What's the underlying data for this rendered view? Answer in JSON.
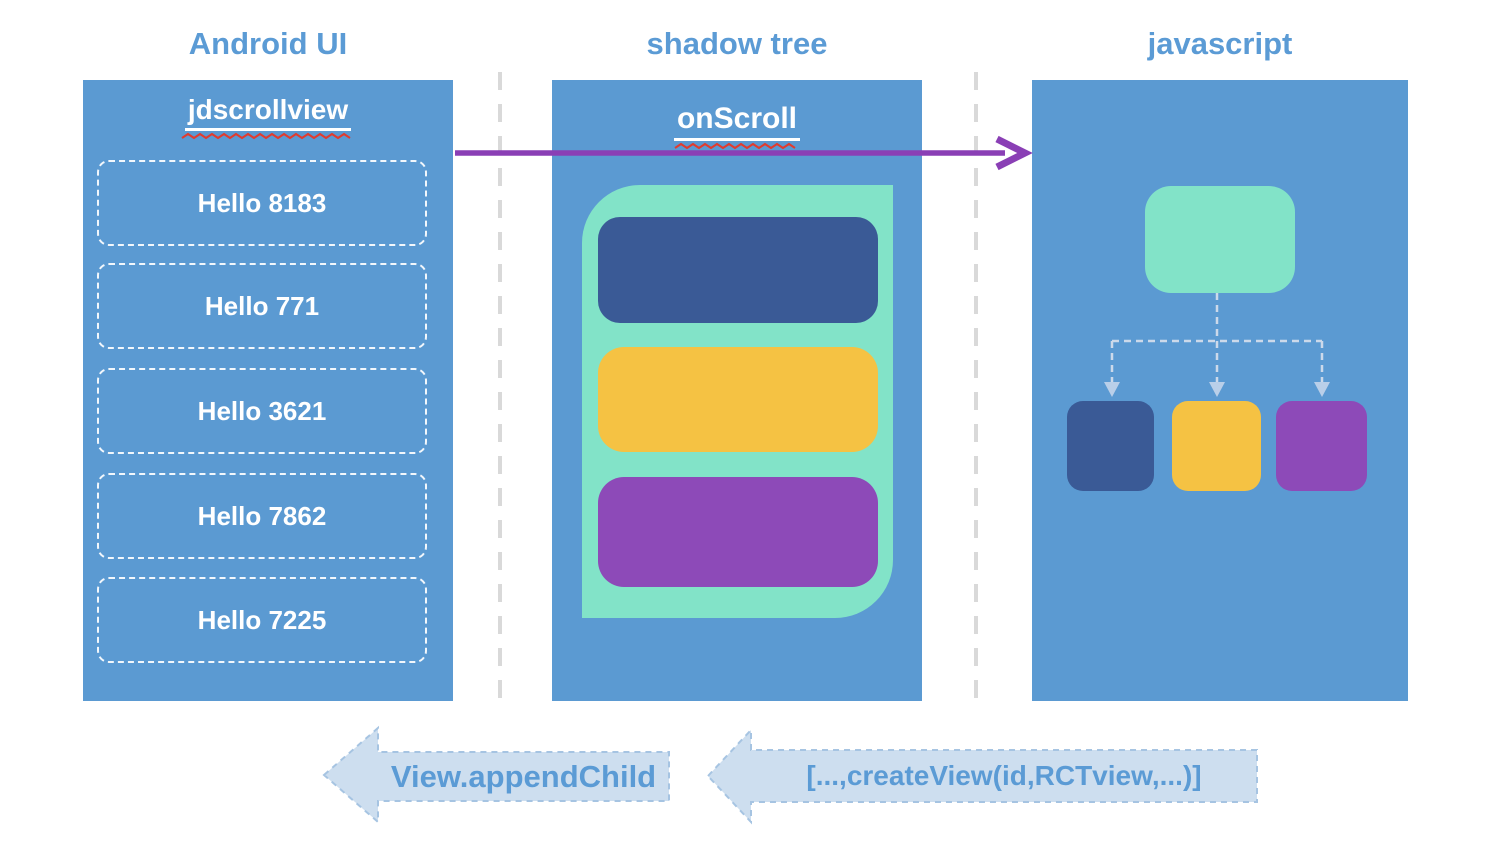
{
  "headers": {
    "android": "Android UI",
    "shadow": "shadow tree",
    "javascript": "javascript"
  },
  "android": {
    "title": "jdscrollview",
    "items": [
      "Hello 8183",
      "Hello 771",
      "Hello 3621",
      "Hello 7862",
      "Hello 7225"
    ]
  },
  "shadow": {
    "title": "onScroll",
    "blocks": [
      {
        "name": "navy-block",
        "color": "#3a5a96"
      },
      {
        "name": "yellow-block",
        "color": "#f5c243"
      },
      {
        "name": "purple-block",
        "color": "#8d4ab8"
      }
    ]
  },
  "javascript_tree": {
    "root_color": "#82e3c8",
    "children": [
      {
        "name": "navy-node",
        "color": "#3a5a96"
      },
      {
        "name": "yellow-node",
        "color": "#f5c243"
      },
      {
        "name": "purple-node",
        "color": "#8d4ab8"
      }
    ]
  },
  "bottom": {
    "arrow1_label": "View.appendChild",
    "arrow2_label": "[...,createView(id,RCTview,...)]"
  },
  "colors": {
    "panel_blue": "#5b9ad2",
    "header_text": "#5b9bd5",
    "teal": "#82e3c8",
    "navy": "#3a5a96",
    "yellow": "#f5c243",
    "purple": "#8d4ab8",
    "main_arrow_purple": "#8a3fb5",
    "connector_line": "#ccd9ea",
    "connector_arrowhead": "#b9cfe9",
    "block_arrow_fill": "#cddeef",
    "block_arrow_border": "#a6c4e2",
    "block_arrow_text": "#5b9bd5",
    "squiggle_red": "#e23b2e",
    "separator_gray": "#d9d9d9"
  }
}
